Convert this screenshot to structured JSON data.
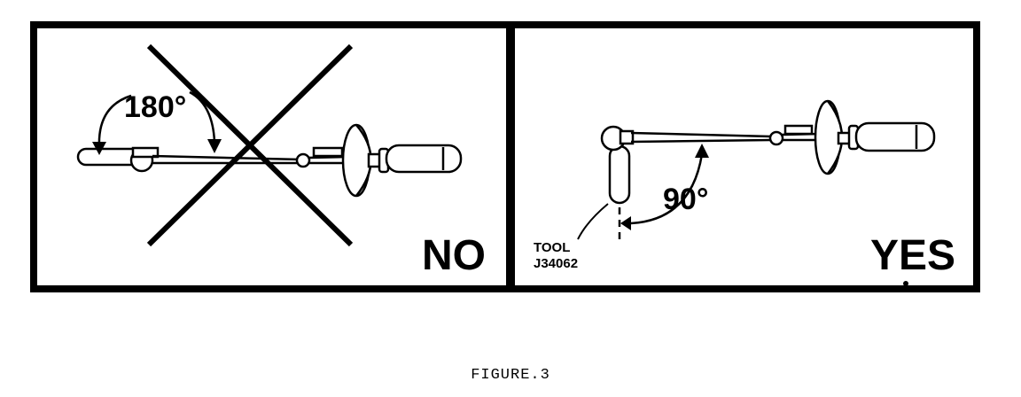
{
  "left_panel": {
    "angle_label": "180°",
    "verdict": "NO"
  },
  "right_panel": {
    "angle_label": "90°",
    "tool_line1": "TOOL",
    "tool_line2": "J34062",
    "verdict": "YES"
  },
  "caption": "FIGURE.3",
  "colors": {
    "ink": "#000000",
    "paper": "#ffffff"
  }
}
